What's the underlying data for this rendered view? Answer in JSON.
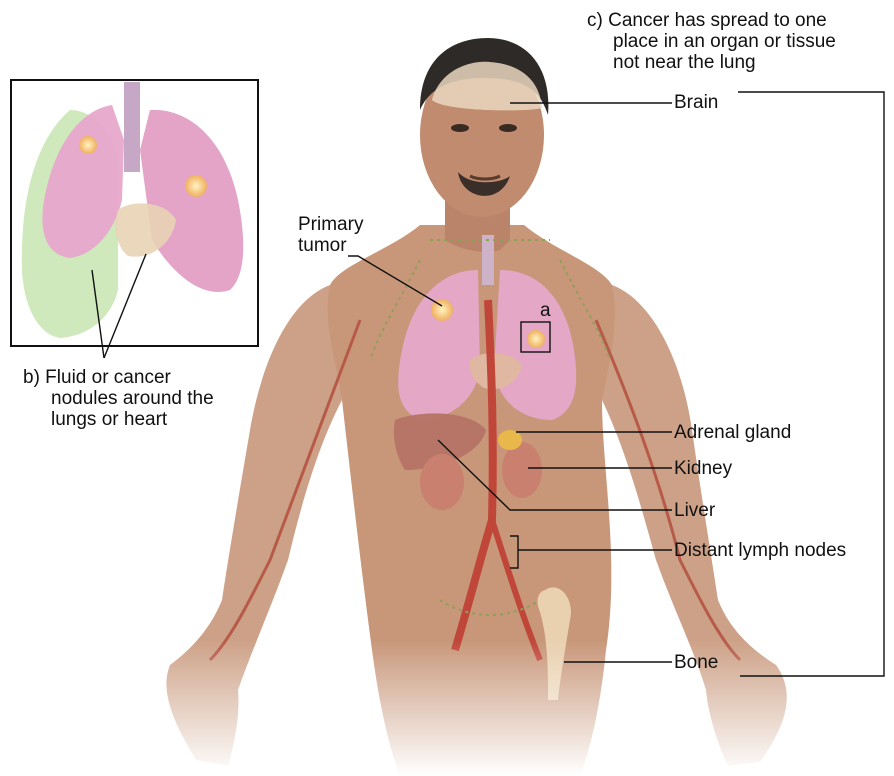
{
  "labels": {
    "c_title": [
      "c) Cancer has spread to one",
      "place in an organ or tissue",
      "not near the lung"
    ],
    "b_title": [
      "b) Fluid or cancer",
      "nodules around the",
      "lungs or heart"
    ],
    "primary_tumor": [
      "Primary",
      "tumor"
    ],
    "a_marker": "a",
    "brain": "Brain",
    "adrenal": "Adrenal gland",
    "kidney": "Kidney",
    "liver": "Liver",
    "lymph": "Distant lymph nodes",
    "bone": "Bone"
  },
  "colors": {
    "skin": "#c8977a",
    "skin_dark": "#a87358",
    "lung": "#e7a8cc",
    "fluid": "#cde8b8",
    "liver": "#b57366",
    "kidney": "#c9806e",
    "adrenal": "#e8b84a",
    "vessel_red": "#c0463a",
    "lymph_green": "#8fa055",
    "hair": "#2e2a27",
    "line": "#111111"
  },
  "icons": {
    "inset_lungs": "lungs-illustration",
    "body": "human-torso-illustration"
  }
}
